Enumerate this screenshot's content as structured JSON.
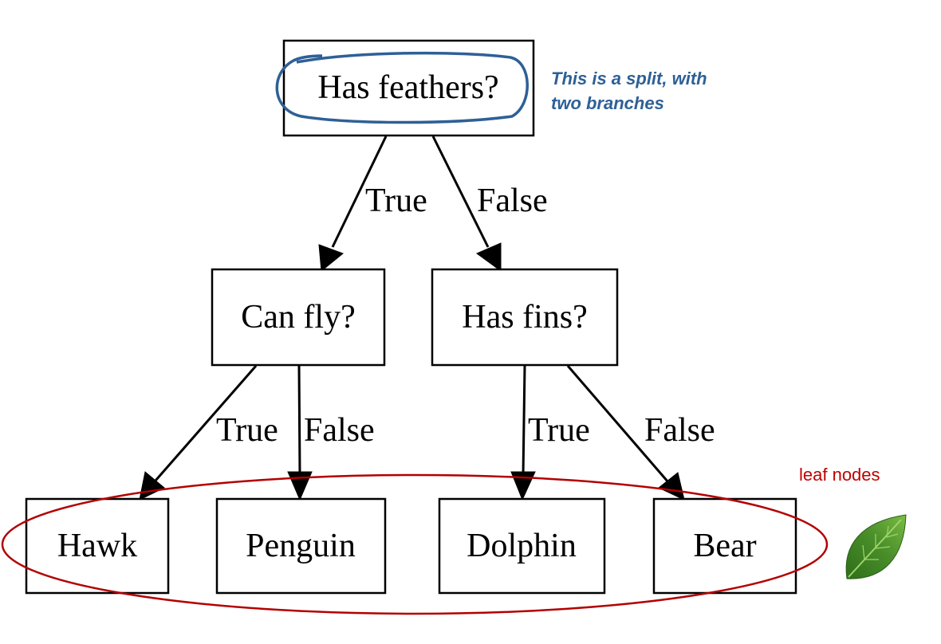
{
  "nodes": {
    "root": "Has feathers?",
    "left": "Can fly?",
    "right": "Has fins?",
    "leaf1": "Hawk",
    "leaf2": "Penguin",
    "leaf3": "Dolphin",
    "leaf4": "Bear"
  },
  "edges": {
    "root_left": "True",
    "root_right": "False",
    "left_leaf1": "True",
    "left_leaf2": "False",
    "right_leaf3": "True",
    "right_leaf4": "False"
  },
  "annotations": {
    "split_line1": "This is a split, with",
    "split_line2": "two branches",
    "leaf_nodes": "leaf nodes"
  },
  "colors": {
    "split_annotation": "#2e6096",
    "leaf_annotation": "#c00000",
    "leaf_icon": "#4a8f2a"
  },
  "icons": {
    "leaf": "leaf-icon"
  }
}
